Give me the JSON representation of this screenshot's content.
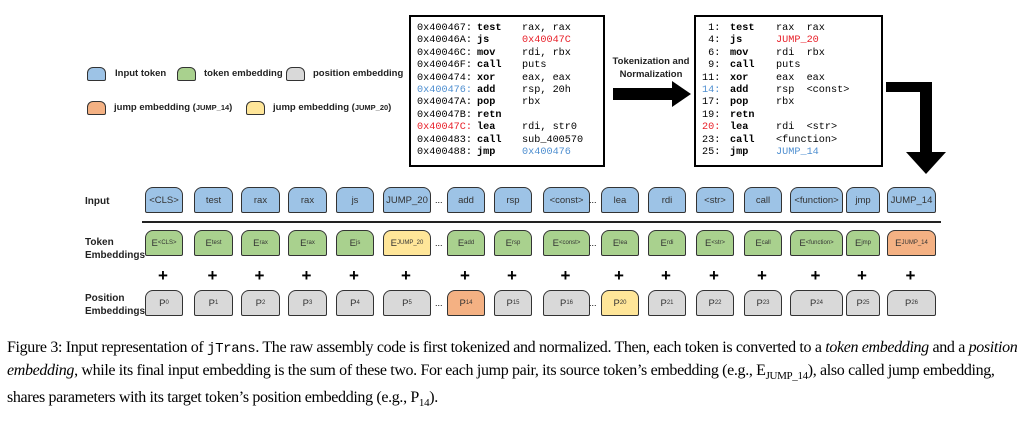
{
  "legend": {
    "input_token": "Input token",
    "token_embedding": "token embedding",
    "position_embedding": "position embedding",
    "jump14_prefix": "jump embedding (",
    "jump14_tag": "JUMP_14",
    "jump20_prefix": "jump embedding (",
    "jump20_tag": "JUMP_20",
    "close": ")"
  },
  "raw_code": [
    {
      "addr": "0x400467:",
      "op": "test",
      "args": "rax, rax"
    },
    {
      "addr": "0x40046A:",
      "op": "js",
      "args": "0x40047C",
      "args_color": "red"
    },
    {
      "addr": "0x40046C:",
      "op": "mov",
      "args": "rdi, rbx"
    },
    {
      "addr": "0x40046F:",
      "op": "call",
      "args": "puts"
    },
    {
      "addr": "0x400474:",
      "op": "xor",
      "args": "eax, eax"
    },
    {
      "addr": "0x400476:",
      "op": "add",
      "args": "rsp, 20h",
      "addr_color": "blue"
    },
    {
      "addr": "0x40047A:",
      "op": "pop",
      "args": "rbx"
    },
    {
      "addr": "0x40047B:",
      "op": "retn",
      "args": ""
    },
    {
      "addr": "0x40047C:",
      "op": "lea",
      "args": "rdi, str0",
      "addr_color": "red"
    },
    {
      "addr": "0x400483:",
      "op": "call",
      "args": "sub_400570"
    },
    {
      "addr": "0x400488:",
      "op": "jmp",
      "args": "0x400476",
      "args_color": "blue"
    }
  ],
  "arrow_label": [
    "Tokenization and",
    "Normalization"
  ],
  "normalized_code": [
    {
      "addr": " 1:",
      "op": "test",
      "args": "rax  rax"
    },
    {
      "addr": " 4:",
      "op": "js",
      "args": "JUMP_20",
      "args_color": "red"
    },
    {
      "addr": " 6:",
      "op": "mov",
      "args": "rdi  rbx"
    },
    {
      "addr": " 9:",
      "op": "call",
      "args": "puts"
    },
    {
      "addr": "11:",
      "op": "xor",
      "args": "eax  eax"
    },
    {
      "addr": "14:",
      "op": "add",
      "args": "rsp  <const>",
      "addr_color": "blue"
    },
    {
      "addr": "17:",
      "op": "pop",
      "args": "rbx"
    },
    {
      "addr": "19:",
      "op": "retn",
      "args": ""
    },
    {
      "addr": "20:",
      "op": "lea",
      "args": "rdi  <str>",
      "addr_color": "red"
    },
    {
      "addr": "23:",
      "op": "call",
      "args": "<function>"
    },
    {
      "addr": "25:",
      "op": "jmp",
      "args": "JUMP_14",
      "args_color": "blue"
    }
  ],
  "row_labels": {
    "input": "Input",
    "token_embeddings": [
      "Token",
      "Embeddings"
    ],
    "position_embeddings": [
      "Position",
      "Embeddings"
    ]
  },
  "ellipsis": "...",
  "plus": "+",
  "colors": {
    "input": "#9dc3e6",
    "token": "#a9d18e",
    "position": "#d9d9d9",
    "jump14": "#f4b183",
    "jump20": "#ffe699",
    "red": "#e8212a",
    "blue": "#4f8fd0"
  },
  "columns": [
    {
      "input": "<CLS>",
      "emb": "E",
      "emb_sub": "<CLS>",
      "pos": "P",
      "pos_sub": "0"
    },
    {
      "input": "test",
      "emb": "E",
      "emb_sub": "test",
      "pos": "P",
      "pos_sub": "1"
    },
    {
      "input": "rax",
      "emb": "E",
      "emb_sub": "rax",
      "pos": "P",
      "pos_sub": "2"
    },
    {
      "input": "rax",
      "emb": "E",
      "emb_sub": "rax",
      "pos": "P",
      "pos_sub": "3"
    },
    {
      "input": "js",
      "emb": "E",
      "emb_sub": "js",
      "pos": "P",
      "pos_sub": "4"
    },
    {
      "input": "JUMP_20",
      "emb": "E",
      "emb_sub": "JUMP_20",
      "emb_color": "jump20",
      "pos": "P",
      "pos_sub": "5"
    },
    {
      "input": "add",
      "emb": "E",
      "emb_sub": "add",
      "pos": "P",
      "pos_sub": "14",
      "pos_color": "jump14",
      "ellipsis_before": true
    },
    {
      "input": "rsp",
      "emb": "E",
      "emb_sub": "rsp",
      "pos": "P",
      "pos_sub": "15"
    },
    {
      "input": "<const>",
      "emb": "E",
      "emb_sub": "<const>",
      "pos": "P",
      "pos_sub": "16"
    },
    {
      "input": "lea",
      "emb": "E",
      "emb_sub": "lea",
      "pos": "P",
      "pos_sub": "20",
      "pos_color": "jump20",
      "ellipsis_before": true
    },
    {
      "input": "rdi",
      "emb": "E",
      "emb_sub": "rdi",
      "pos": "P",
      "pos_sub": "21"
    },
    {
      "input": "<str>",
      "emb": "E",
      "emb_sub": "<str>",
      "pos": "P",
      "pos_sub": "22"
    },
    {
      "input": "call",
      "emb": "E",
      "emb_sub": "call",
      "pos": "P",
      "pos_sub": "23"
    },
    {
      "input": "<function>",
      "emb": "E",
      "emb_sub": "<function>",
      "pos": "P",
      "pos_sub": "24"
    },
    {
      "input": "jmp",
      "emb": "E",
      "emb_sub": "jmp",
      "pos": "P",
      "pos_sub": "25"
    },
    {
      "input": "JUMP_14",
      "emb": "E",
      "emb_sub": "JUMP_14",
      "emb_color": "jump14",
      "pos": "P",
      "pos_sub": "26"
    }
  ],
  "caption": {
    "p1": "Figure 3: Input representation of ",
    "mono": "jTrans",
    "p2": ". The raw assembly code is first tokenized and normalized. Then, each token is converted to a ",
    "it1": "token embedding",
    "p3": " and a ",
    "it2": "position embedding",
    "p4": ", while its final input embedding is the sum of these two. For each jump pair, its source token’s embedding (e.g., E",
    "sub1": "JUMP_14",
    "p5": "), also called jump embedding, shares parameters with its target token’s position embedding (e.g., P",
    "sub2": "14",
    "p6": ")."
  }
}
